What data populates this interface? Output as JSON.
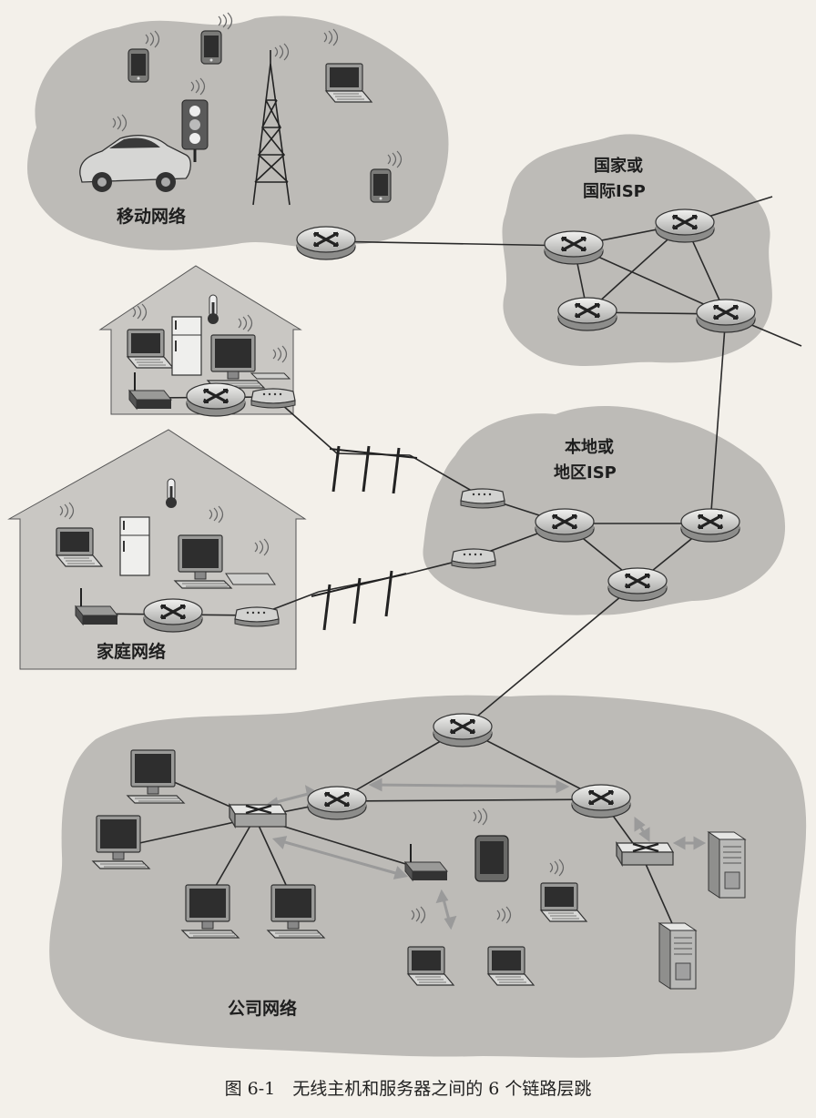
{
  "labels": {
    "mobile": "移动网络",
    "national_line1": "国家或",
    "national_line2": "国际ISP",
    "local_line1": "本地或",
    "local_line2": "地区ISP",
    "home": "家庭网络",
    "enterprise": "公司网络"
  },
  "caption": "图 6-1　无线主机和服务器之间的 6 个链路层跳",
  "colors": {
    "cloud": "#bdbbb7",
    "house": "#c9c7c3",
    "link": "#2a2a2a",
    "router": "#d8d8d6",
    "arrow": "#9a9a9a"
  }
}
